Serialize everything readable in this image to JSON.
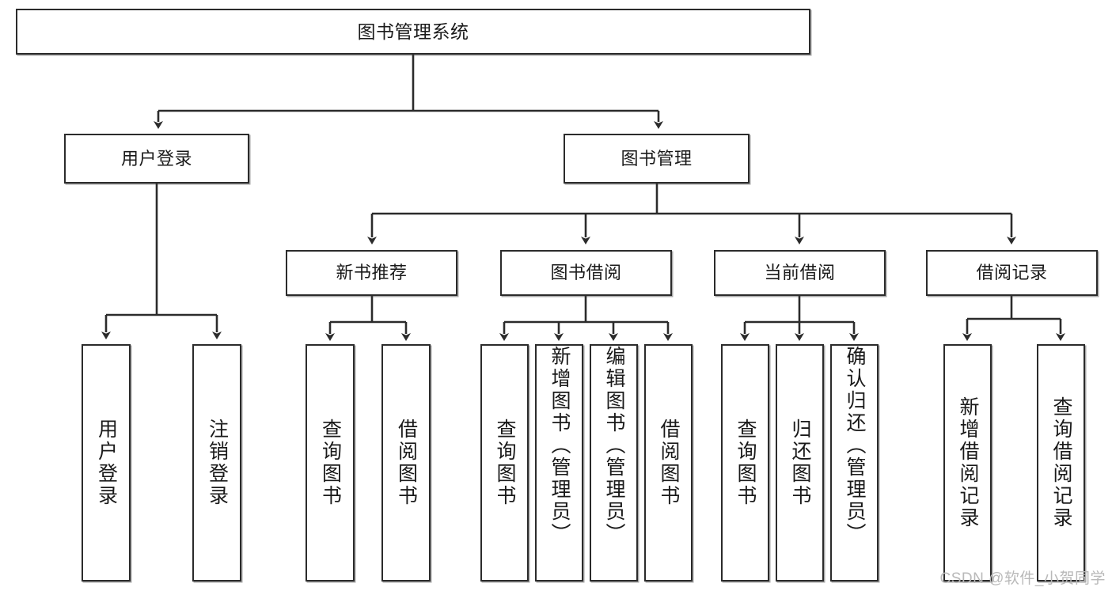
{
  "diagram": {
    "title": "图书管理系统",
    "type": "function-structure-tree",
    "root": {
      "label": "图书管理系统"
    },
    "level1": [
      {
        "label": "用户登录"
      },
      {
        "label": "图书管理"
      }
    ],
    "level2": [
      {
        "label": "新书推荐"
      },
      {
        "label": "图书借阅"
      },
      {
        "label": "当前借阅"
      },
      {
        "label": "借阅记录"
      }
    ],
    "leaves": {
      "user_login": [
        {
          "label": "用户登录"
        },
        {
          "label": "注销登录"
        }
      ],
      "new_book_recommend": [
        {
          "label": "查询图书"
        },
        {
          "label": "借阅图书"
        }
      ],
      "book_borrow": [
        {
          "label": "查询图书"
        },
        {
          "label": "新增图书（管理员）"
        },
        {
          "label": "编辑图书（管理员）"
        },
        {
          "label": "借阅图书"
        }
      ],
      "current_borrow": [
        {
          "label": "查询图书"
        },
        {
          "label": "归还图书"
        },
        {
          "label": "确认归还（管理员）"
        }
      ],
      "borrow_record": [
        {
          "label": "新增借阅记录"
        },
        {
          "label": "查询借阅记录"
        }
      ]
    }
  },
  "watermark": {
    "text": "CSDN @软件_小贺同学"
  },
  "colors": {
    "border": "#2b2b2b",
    "text": "#1a1a1a",
    "background": "#ffffff",
    "watermark": "#b9b9b9"
  }
}
